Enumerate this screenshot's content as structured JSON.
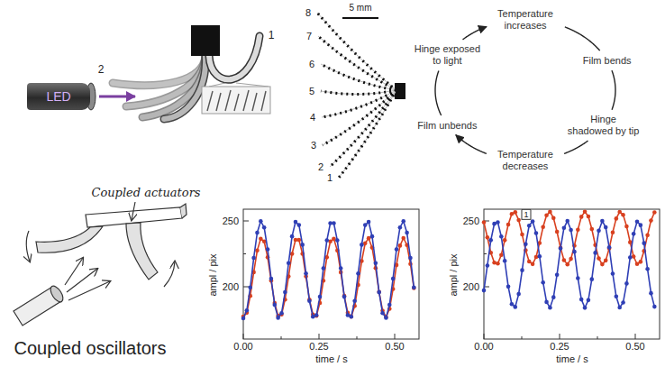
{
  "diagram": {
    "nodes": [
      {
        "text": [
          "LED"
        ]
      },
      {
        "text": [
          "Temperature increases"
        ]
      },
      {
        "text": [
          "Hinge exposed to light"
        ]
      },
      {
        "text": [
          "Film bends"
        ]
      },
      {
        "text": [
          "Film unbends"
        ]
      },
      {
        "text": [
          "Hinge shadowed by tip"
        ]
      },
      {
        "text": [
          "Temperature decreases"
        ]
      }
    ],
    "edges": [
      {
        "from": 1,
        "to": 3,
        "arrow": "none"
      },
      {
        "from": 3,
        "to": 5,
        "arrow": "none"
      },
      {
        "from": 5,
        "to": 6,
        "arrow": "none"
      },
      {
        "from": 6,
        "to": 4,
        "arrow": "to"
      },
      {
        "from": 4,
        "to": 2,
        "arrow": "none"
      },
      {
        "from": 2,
        "to": 1,
        "arrow": "to"
      }
    ],
    "labels": [
      "1",
      "2",
      "8",
      "7",
      "6",
      "5",
      "4",
      "3",
      "2",
      "1",
      "5 mm",
      "Coupled actuators",
      "Coupled oscillators",
      "250",
      "200",
      "0.00",
      "0.25",
      "0.50",
      "ampl / pix",
      "time / s",
      "250",
      "200",
      "0.00",
      "0.25",
      "0.50",
      "ampl / pix",
      "time / s",
      "1"
    ]
  }
}
